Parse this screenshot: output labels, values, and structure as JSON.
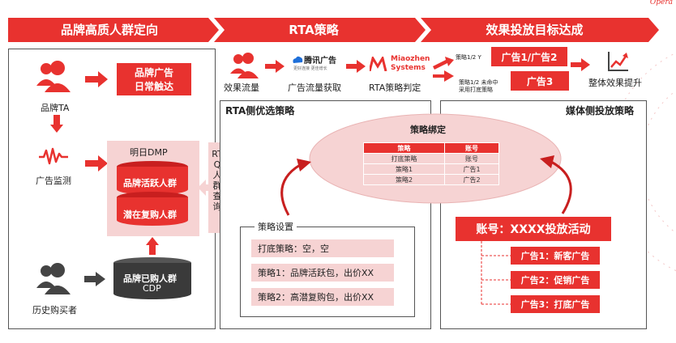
{
  "headers": {
    "left": "品牌高质人群定向",
    "middle": "RTA策略",
    "right": "效果投放目标达成"
  },
  "brand_logo": "Opera",
  "left_panel": {
    "brand_ta_label": "品牌TA",
    "ad_monitor_label": "广告监测",
    "past_buyers_label": "历史购买者",
    "brand_ad_box_line1": "品牌广告",
    "brand_ad_box_line2": "日常触达",
    "dmp_title": "明日DMP",
    "cyl_active": "品牌活跃人群",
    "cyl_repurchase": "潜在复购人群",
    "cdp_line1": "品牌已购人群",
    "cdp_line2": "CDP",
    "rtq_query": "RTQ人群查询"
  },
  "flow": {
    "traffic_label": "效果流量",
    "ad_traffic_label": "广告流量获取",
    "rta_judge_label": "RTA策略判定",
    "tencent_logo_main": "腾讯广告",
    "tencent_logo_sub": "更好连接 更佳增长",
    "miaozhen_logo_line1": "Miaozhen",
    "miaozhen_logo_line2": "Systems",
    "strategy_y": "策略1/2 Y",
    "strategy_n_line1": "策略1/2 未命中",
    "strategy_n_line2": "采用打底策略",
    "ad12": "广告1/广告2",
    "ad3": "广告3",
    "overall_label": "整体效果提升"
  },
  "rta_panel": {
    "title": "RTA侧优选策略",
    "binding_title": "策略绑定",
    "table_headers": [
      "策略",
      "账号"
    ],
    "table_rows": [
      [
        "打底策略",
        "账号"
      ],
      [
        "策略1",
        "广告1"
      ],
      [
        "策略2",
        "广告2"
      ]
    ],
    "settings_title": "策略设置",
    "settings_items": [
      "打底策略：空，空",
      "策略1：品牌活跃包，出价XX",
      "策略2：高潜复购包，出价XX"
    ]
  },
  "media_panel": {
    "title": "媒体侧投放策略",
    "account_box": "账号：XXXX投放活动",
    "ads": [
      "广告1：新客广告",
      "广告2：促销广告",
      "广告3：打底广告"
    ]
  },
  "colors": {
    "accent": "#e8322f",
    "pink": "#f6d3d3",
    "dark": "#444444"
  }
}
